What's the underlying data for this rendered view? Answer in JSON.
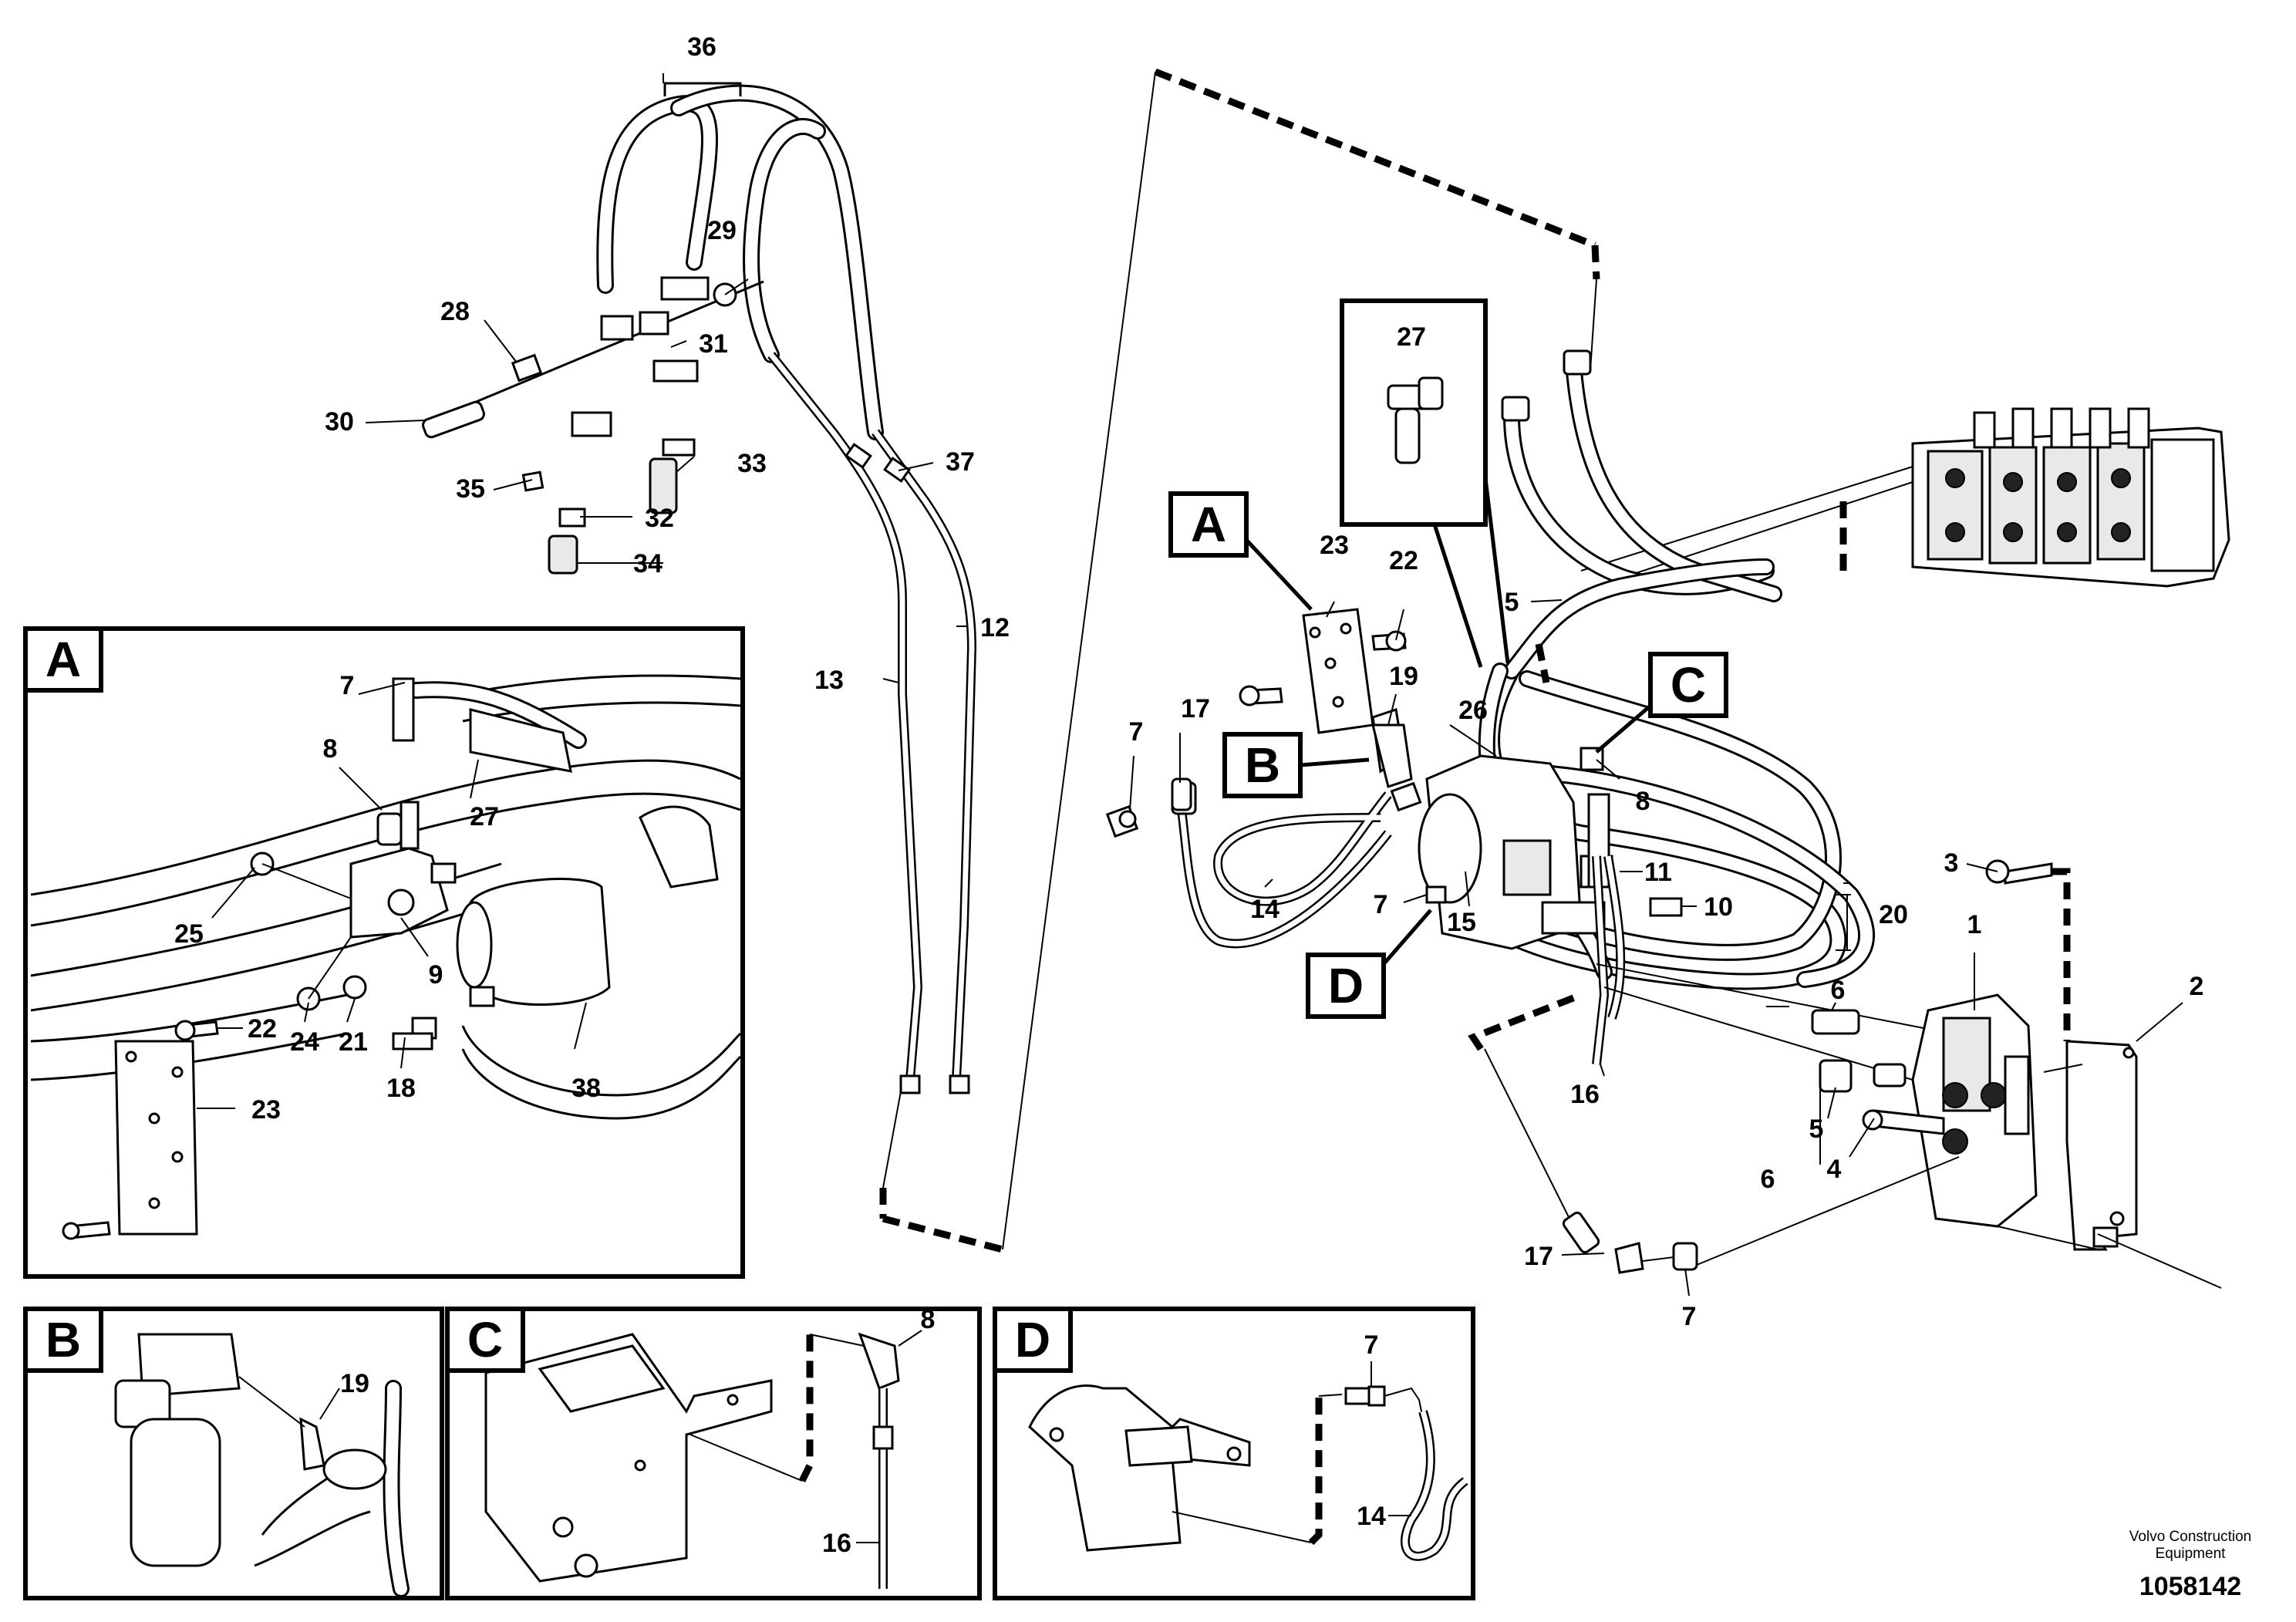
{
  "labels": {
    "p1": "1",
    "p2": "2",
    "p3": "3",
    "p4": "4",
    "p5a": "5",
    "p5b": "5",
    "p6a": "6",
    "p6b": "6",
    "p7a": "7",
    "p7b": "7",
    "p7c": "7",
    "p7d": "7",
    "p7e": "7",
    "p8a": "8",
    "p8b": "8",
    "p8c": "8",
    "p9": "9",
    "p10": "10",
    "p11": "11",
    "p12": "12",
    "p13": "13",
    "p14a": "14",
    "p14b": "14",
    "p15": "15",
    "p16a": "16",
    "p16b": "16",
    "p17a": "17",
    "p17b": "17",
    "p18": "18",
    "p19a": "19",
    "p19b": "19",
    "p20": "20",
    "p21": "21",
    "p22a": "22",
    "p22b": "22",
    "p23a": "23",
    "p23b": "23",
    "p24": "24",
    "p25": "25",
    "p26": "26",
    "p27a": "27",
    "p27b": "27",
    "p28": "28",
    "p29": "29",
    "p30": "30",
    "p31": "31",
    "p32": "32",
    "p33": "33",
    "p34": "34",
    "p35": "35",
    "p36": "36",
    "p37": "37",
    "p38": "38"
  },
  "callouts": {
    "a": "A",
    "b": "B",
    "c": "C",
    "d": "D",
    "inset_a": "A",
    "inset_b": "B",
    "inset_c": "C",
    "inset_d": "D"
  },
  "footer": {
    "brand_line1": "Volvo Construction",
    "brand_line2": "Equipment",
    "drawing_number": "1058142"
  }
}
